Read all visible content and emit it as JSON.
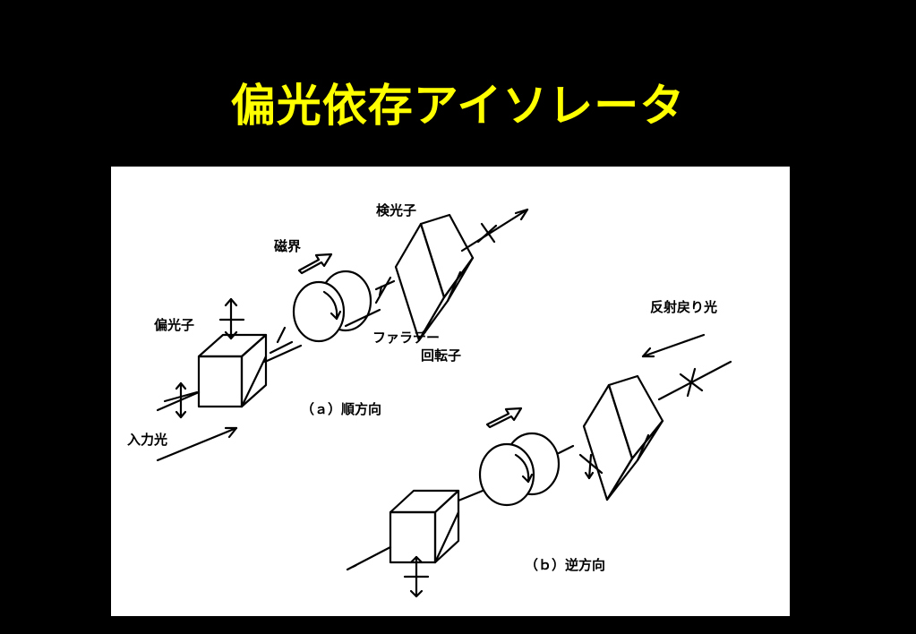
{
  "title": "偏光依存アイソレータ",
  "colors": {
    "background": "#000000",
    "title": "#ffff00",
    "panel": "#ffffff",
    "ink": "#000000"
  },
  "labels": {
    "analyzer": "検光子",
    "magnetic_field": "磁界",
    "polarizer": "偏光子",
    "faraday_line1": "ファラデー",
    "faraday_line2": "回転子",
    "forward_caption": "（ａ）順方向",
    "input_light": "入力光",
    "reflected_return": "反射戻り光",
    "backward_caption": "（ｂ）逆方向"
  }
}
